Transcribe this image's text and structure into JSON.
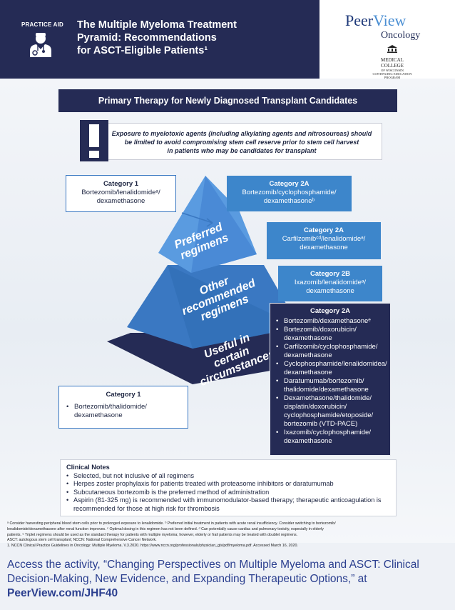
{
  "header": {
    "badge": "PRACTICE AID",
    "title_lines": [
      "The Multiple Myeloma Treatment",
      "Pyramid: Recommendations",
      "for ASCT-Eligible Patients¹"
    ],
    "logo": {
      "peer": "Peer",
      "view": "View",
      "oncology": "Oncology",
      "mcw_lines": [
        "MEDICAL",
        "COLLEGE",
        "OF WISCONSIN",
        "CONTINUING EDUCATION",
        "PROGRAM"
      ]
    }
  },
  "banner": "Primary Therapy for Newly Diagnosed Transplant Candidates",
  "warning_lines": [
    "Exposure to myelotoxic agents (including alkylating agents and nitrosoureas) should",
    "be limited to avoid compromising stem cell reserve prior to stem cell harvest",
    "in patients who may be candidates for transplant"
  ],
  "pyramid": {
    "top": [
      "Preferred",
      "regimens"
    ],
    "middle": [
      "Other",
      "recommended",
      "regimens"
    ],
    "bottom": [
      "Useful in",
      "certain",
      "circumstances"
    ]
  },
  "boxes": {
    "cat1_preferred": {
      "heading": "Category 1",
      "lines": [
        "Bortezomib/lenalidomideᵃ/",
        "dexamethasone"
      ]
    },
    "cat2a_preferred": {
      "heading": "Category 2A",
      "lines": [
        "Bortezomib/cyclophosphamide/",
        "dexamethasoneᵇ"
      ]
    },
    "cat2a_other": {
      "heading": "Category 2A",
      "lines": [
        "Carfilzomibᶜᵈ/lenalidomideᵃ/",
        "dexamethasone"
      ]
    },
    "cat2b_other": {
      "heading": "Category 2B",
      "lines": [
        "Ixazomib/lenalidomideᵃ/",
        "dexamethasone"
      ]
    },
    "cat2a_useful": {
      "heading": "Category 2A",
      "items": [
        "Bortezomib/dexamethasoneᵉ",
        "Bortezomib/doxorubicin/ dexamethasone",
        "Carfilzomib/cyclophosphamide/ dexamethasone",
        "Cyclophosphamide/lenalidomidea/ dexamethasone",
        "Daratumumab/bortezomib/ thalidomide/dexamethasone",
        "Dexamethasone/thalidomide/ cisplatin/doxorubicin/ cyclophosphamide/etoposide/ bortezomib (VTD-PACE)",
        "Ixazomib/cyclophosphamide/ dexamethasone"
      ]
    },
    "cat1_useful": {
      "heading": "Category 1",
      "items": [
        "Bortezomib/thalidomide/ dexamethasone"
      ]
    }
  },
  "clinical_notes": {
    "heading": "Clinical Notes",
    "items": [
      "Selected, but not inclusive of all regimens",
      "Herpes zoster prophylaxis for patients treated with proteasome inhibitors or daratumumab",
      "Subcutaneous bortezomib is the preferred method of administration",
      "Aspirin (81-325 mg) is recommended with immunomodulator-based therapy; therapeutic anticoagulation is recommended for those at high risk for thrombosis"
    ]
  },
  "footnotes": [
    "ᵃ Consider harvesting peripheral blood stem cells prior to prolonged exposure to lenalidomide. ᵇ Preferred initial treatment in patients with acute renal insufficiency. Consider switching to bortezomib/",
    "lenalidomide/dexamethasone after renal function improves. ᶜ Optimal dosing in this regimen has not been defined. ᵈ Can potentially cause cardiac and pulmonary toxicity, especially in elderly",
    "patients. ᵉ Triplet regimens should be used as the standard therapy for patients with multiple myeloma; however, elderly or frail patients may be treated with doublet regimens.",
    "ASCT: autologous stem cell transplant; NCCN: National Comprehensive Cancer Network.",
    "1. NCCN Clinical Practice Guidelines in Oncology: Multiple Myeloma. V.3.2020. https://www.nccn.org/professionals/physician_gls/pdf/myeloma.pdf. Accessed March 16, 2020."
  ],
  "cta": {
    "text": "Access the activity, “Changing Perspectives on Multiple Myeloma and ASCT: Clinical Decision-Making, New Evidence, and Expanding Therapeutic Options,” at ",
    "link": "PeerView.com/JHF40"
  },
  "colors": {
    "navy": "#252b55",
    "blue": "#3d86cb",
    "mid_blue": "#3a78c2"
  }
}
